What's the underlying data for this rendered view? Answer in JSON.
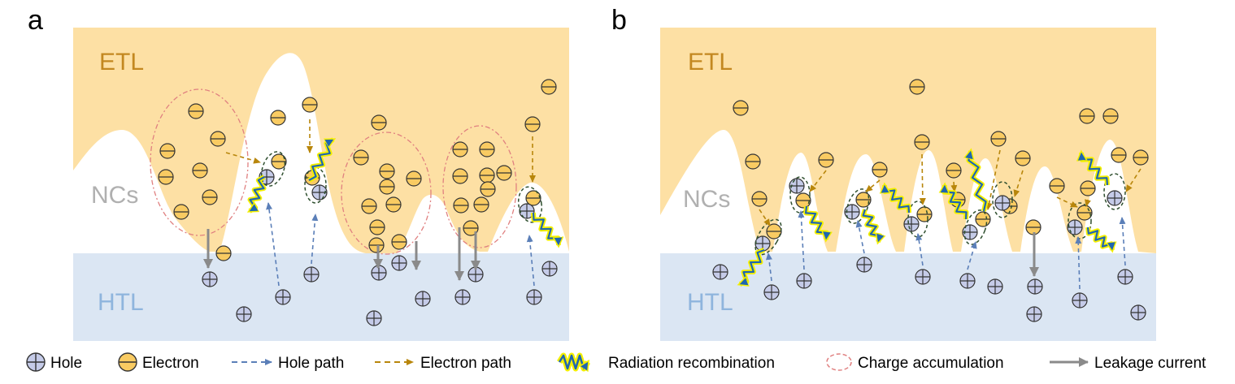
{
  "panels": [
    {
      "id": "a",
      "letter": "a",
      "etl_label": "ETL",
      "ncs_label": "NCs",
      "htl_label": "HTL"
    },
    {
      "id": "b",
      "letter": "b",
      "etl_label": "ETL",
      "ncs_label": "NCs",
      "htl_label": "HTL"
    }
  ],
  "legend": {
    "hole": "Hole",
    "electron": "Electron",
    "hole_path": "Hole path",
    "electron_path": "Electron path",
    "radiation": "Radiation recombination",
    "charge": "Charge accumulation",
    "leakage": "Leakage current"
  },
  "colors": {
    "etl": "#fde0a4",
    "htl": "#dbe6f3",
    "electron_fill": "#f9cb62",
    "hole_fill": "#c5cbe8",
    "electron_path": "#b8860b",
    "hole_path": "#5b7fb8",
    "leakage": "#8a8a8a",
    "accumulation": "#e08080",
    "pair_ring": "#2f4f2f",
    "radiation": "#1f66b0",
    "radiation_glow": "#f4f000"
  }
}
